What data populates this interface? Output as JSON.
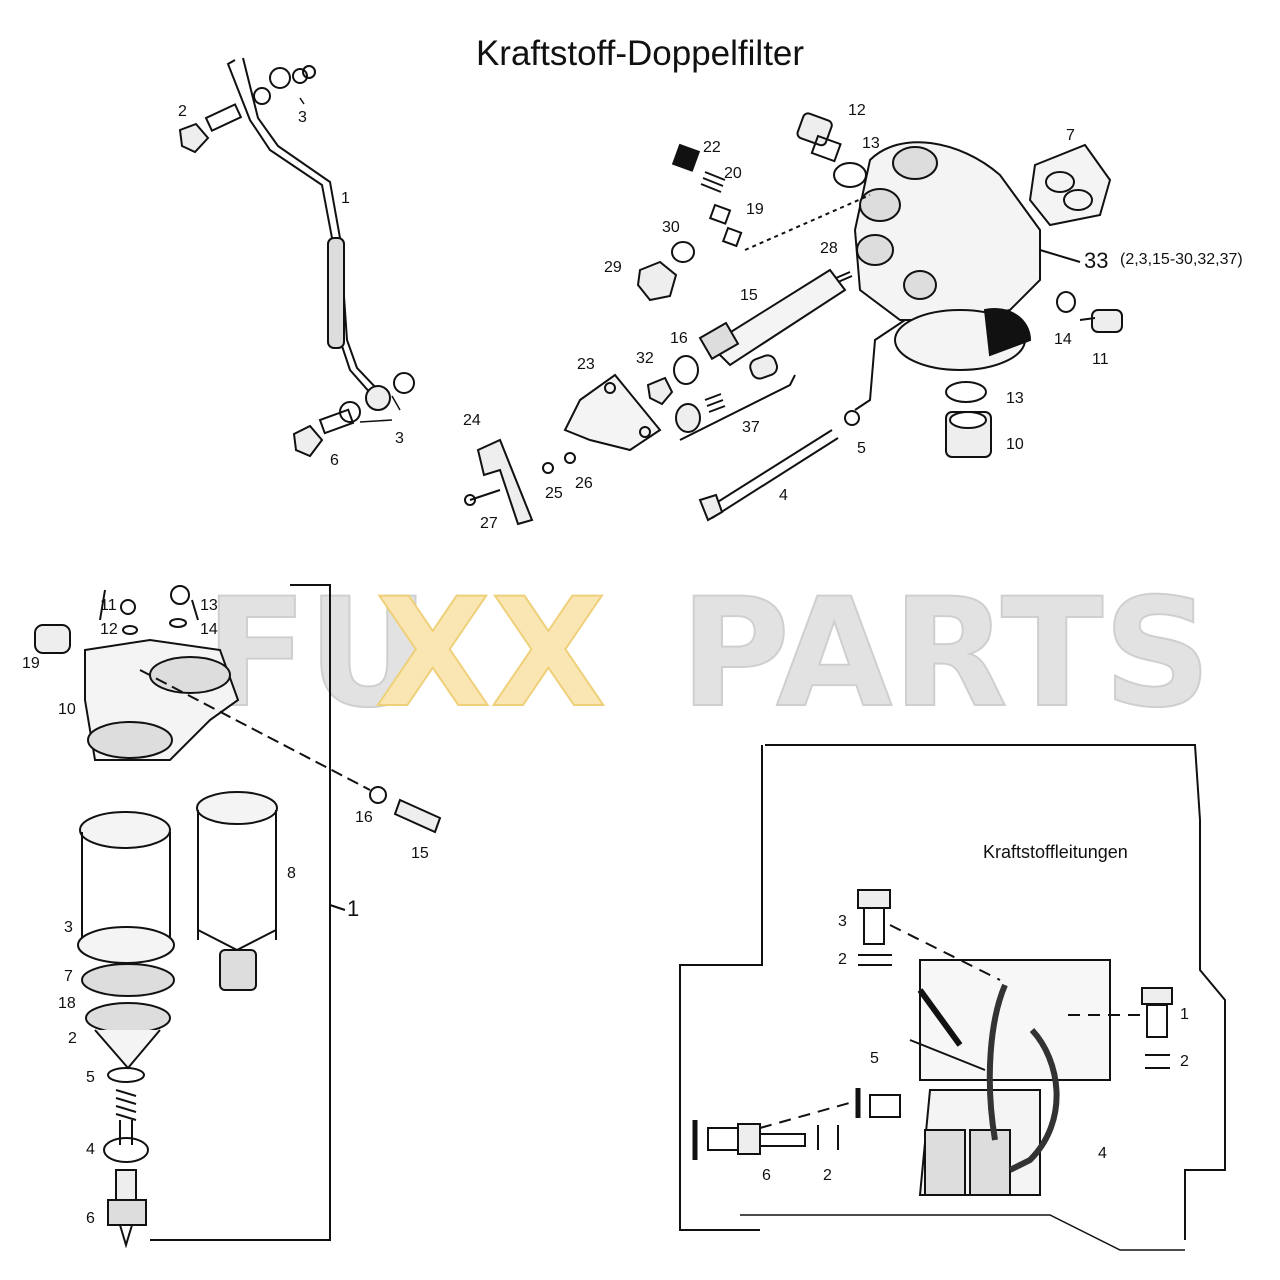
{
  "page": {
    "title": "Kraftstoff-Doppelfilter",
    "subtitle": "Kraftstoffleitungen"
  },
  "watermark": {
    "parts": [
      "FU",
      "XX",
      "PARTS"
    ],
    "colors": {
      "gray": "#d9d9d9",
      "yellow": "#f6dfa0"
    }
  },
  "callouts": {
    "top": [
      "1",
      "2",
      "3",
      "3",
      "6",
      "12",
      "13",
      "7",
      "22",
      "20",
      "19",
      "30",
      "29",
      "28",
      "33",
      "(2,3,15-30,32,37)",
      "15",
      "16",
      "32",
      "23",
      "37",
      "14",
      "11",
      "13",
      "10",
      "24",
      "25",
      "26",
      "27",
      "5",
      "4"
    ],
    "left": [
      "11",
      "12",
      "13",
      "14",
      "19",
      "10",
      "16",
      "15",
      "8",
      "3",
      "7",
      "18",
      "2",
      "5",
      "4",
      "6",
      "1"
    ],
    "right": [
      "3",
      "2",
      "1",
      "2",
      "5",
      "4",
      "6",
      "2"
    ]
  }
}
